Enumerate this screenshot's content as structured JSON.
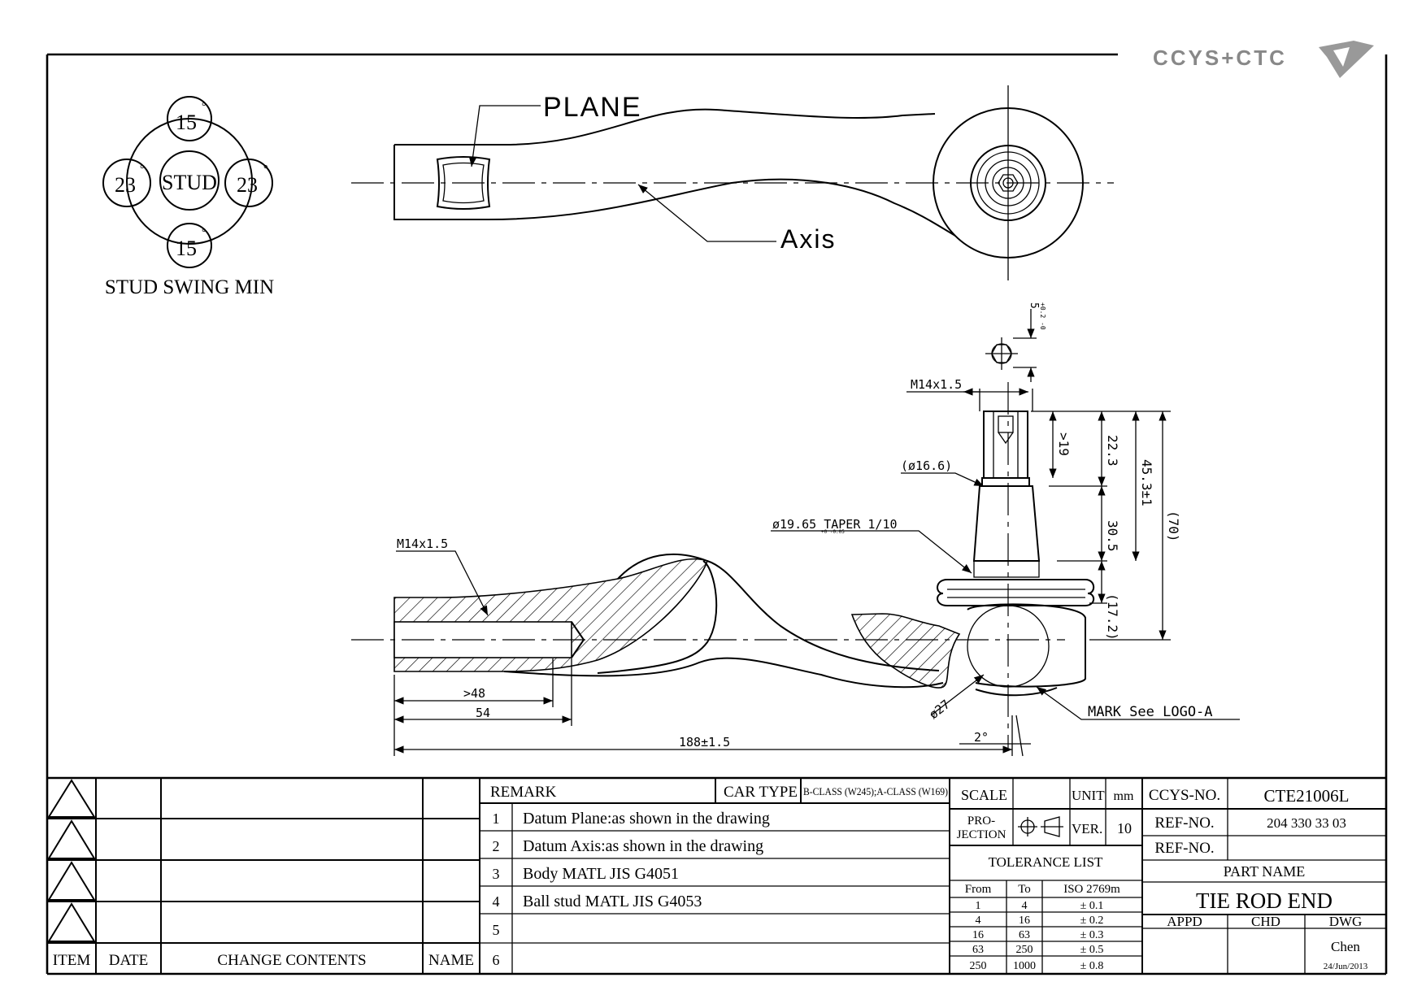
{
  "logo": {
    "text": "CCYS+CTC"
  },
  "stud_swing": {
    "caption": "STUD SWING MIN",
    "center": "STUD",
    "top": "15",
    "bottom": "15",
    "left": "23",
    "right": "23",
    "degree": "°"
  },
  "top_view": {
    "plane_label": "PLANE",
    "axis_label": "Axis"
  },
  "dimensions": {
    "thread_body": "M14x1.5",
    "thread_stud": "M14x1.5",
    "min_48": ">48",
    "len_54": "54",
    "len_188": "188±1.5",
    "angle_2": "2°",
    "dia_27": "ø27",
    "dia_16_6": "(ø16.6)",
    "taper": "ø19.65 TAPER 1/10",
    "taper_tol": "+0 -0.05",
    "v_19": ">19",
    "v_22_3": "22.3",
    "v_45_3": "45.3±1",
    "v_70": "(70)",
    "v_30_5": "30.5",
    "v_17_2": "(17.2)",
    "hex_5": "5",
    "hex_tol": "+0.2 -0",
    "mark": "MARK See LOGO-A"
  },
  "revisions": {
    "headers": {
      "item": "ITEM",
      "date": "DATE",
      "change": "CHANGE CONTENTS",
      "name": "NAME"
    }
  },
  "remarks": {
    "header": "REMARK",
    "car_type_label": "CAR TYPE",
    "car_type_value": "B-CLASS (W245);A-CLASS (W169)",
    "rows": [
      {
        "no": "1",
        "text": "Datum Plane:as shown in the drawing"
      },
      {
        "no": "2",
        "text": "Datum Axis:as shown in the drawing"
      },
      {
        "no": "3",
        "text": "Body MATL JIS G4051"
      },
      {
        "no": "4",
        "text": "Ball stud MATL JIS G4053"
      },
      {
        "no": "5",
        "text": ""
      },
      {
        "no": "6",
        "text": ""
      }
    ]
  },
  "title_block": {
    "scale_label": "SCALE",
    "scale_value": "",
    "unit_label": "UNIT",
    "unit_value": "mm",
    "projection_label_1": "PRO-",
    "projection_label_2": "JECTION",
    "ver_label": "VER.",
    "ver_value": "10",
    "tolerance_title": "TOLERANCE LIST",
    "tol_headers": {
      "from": "From",
      "to": "To",
      "std": "ISO 2769m"
    },
    "tol_rows": [
      {
        "from": "1",
        "to": "4",
        "tol": "± 0.1"
      },
      {
        "from": "4",
        "to": "16",
        "tol": "± 0.2"
      },
      {
        "from": "16",
        "to": "63",
        "tol": "± 0.3"
      },
      {
        "from": "63",
        "to": "250",
        "tol": "± 0.5"
      },
      {
        "from": "250",
        "to": "1000",
        "tol": "± 0.8"
      }
    ],
    "ccys_label": "CCYS-NO.",
    "ccys_value": "CTE21006L",
    "ref1_label": "REF-NO.",
    "ref1_value": "204 330 33 03",
    "ref2_label": "REF-NO.",
    "ref2_value": "",
    "part_name_label": "PART NAME",
    "part_name": "TIE ROD END",
    "appd": "APPD",
    "chd": "CHD",
    "dwg": "DWG",
    "drawn_by": "Chen",
    "date": "24/Jun/2013"
  }
}
